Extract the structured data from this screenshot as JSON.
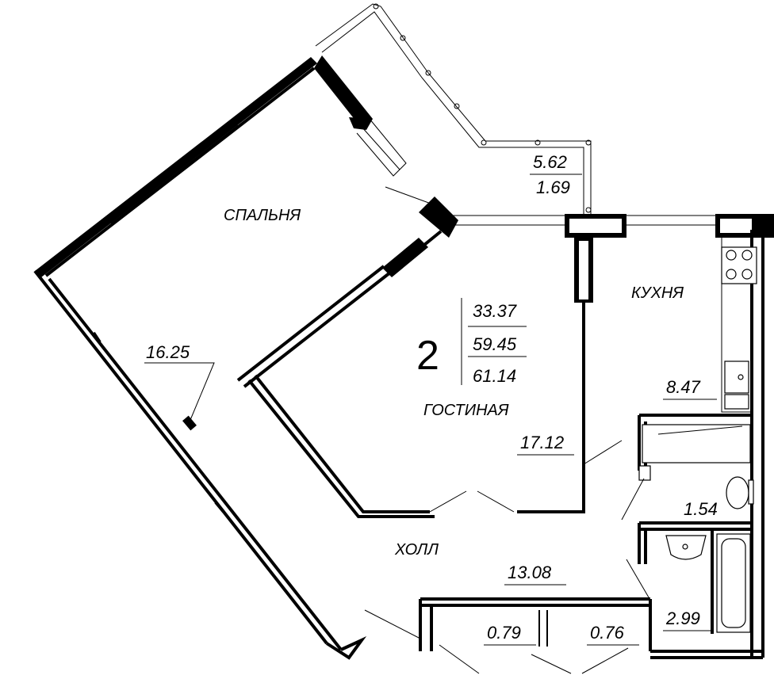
{
  "apartment": {
    "rooms_count": "2",
    "living_area": "33.37",
    "total_area": "59.45",
    "total_area_with_balcony": "61.14"
  },
  "rooms": {
    "bedroom": {
      "label": "СПАЛЬНЯ",
      "area": "16.25"
    },
    "living": {
      "label": "ГОСТИНАЯ",
      "area": "17.12"
    },
    "kitchen": {
      "label": "КУХНЯ",
      "area": "8.47"
    },
    "hall": {
      "label": "ХОЛЛ",
      "area": "13.08"
    },
    "toilet": {
      "area": "1.54"
    },
    "bathroom": {
      "area": "2.99"
    },
    "closet_left": {
      "area": "0.79"
    },
    "closet_right": {
      "area": "0.76"
    }
  },
  "balcony": {
    "area_full": "5.62",
    "area_reduced": "1.69"
  }
}
